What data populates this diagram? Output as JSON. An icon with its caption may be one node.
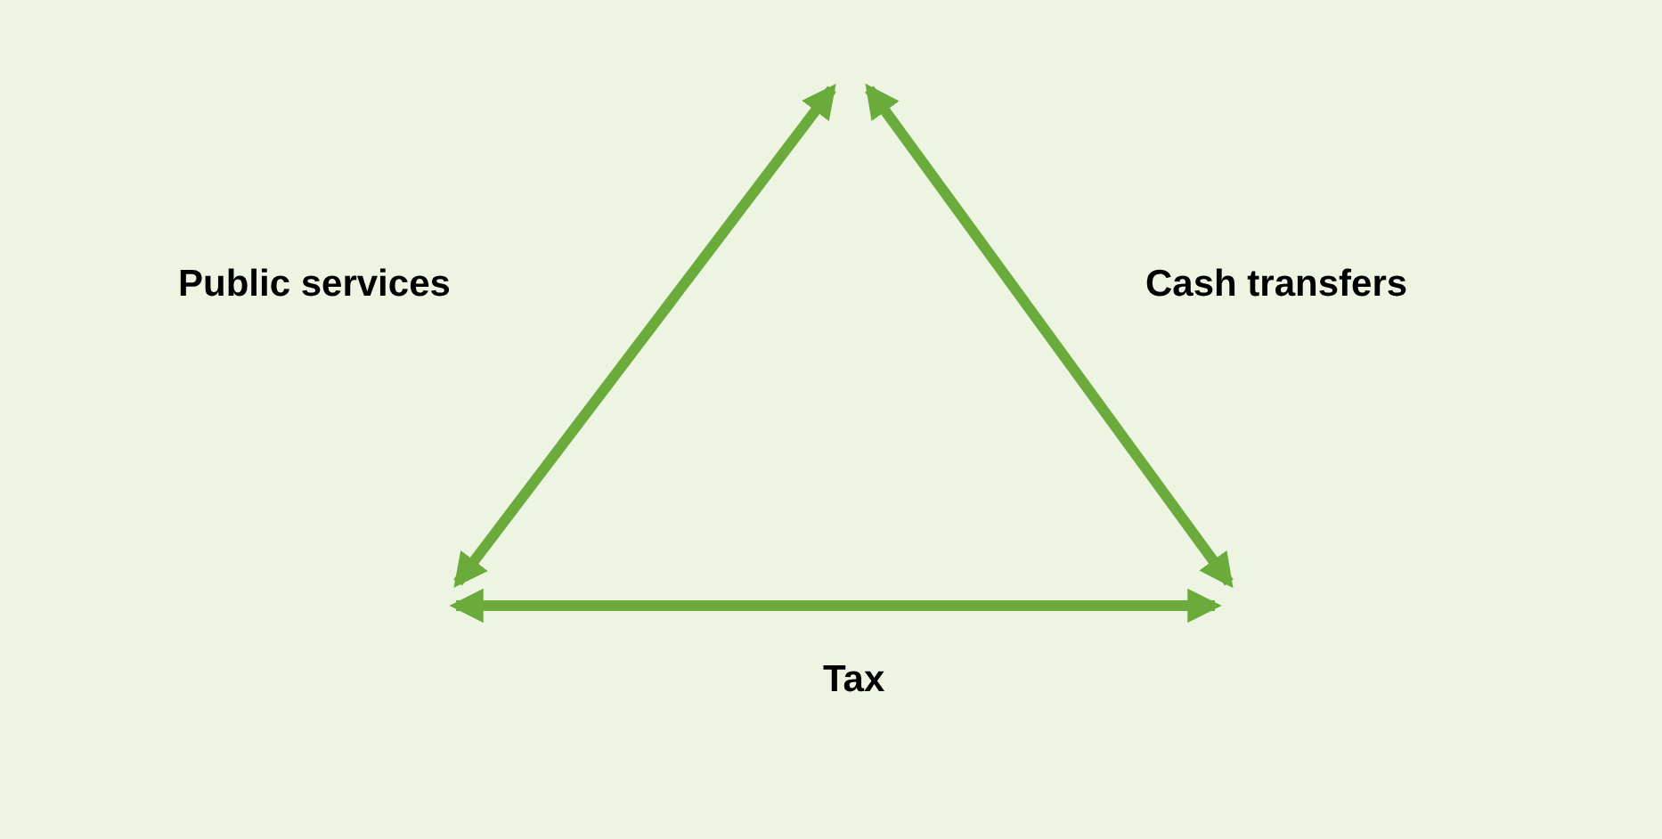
{
  "diagram": {
    "labels": [
      "Public services",
      "Cash transfers",
      "Tax"
    ]
  }
}
